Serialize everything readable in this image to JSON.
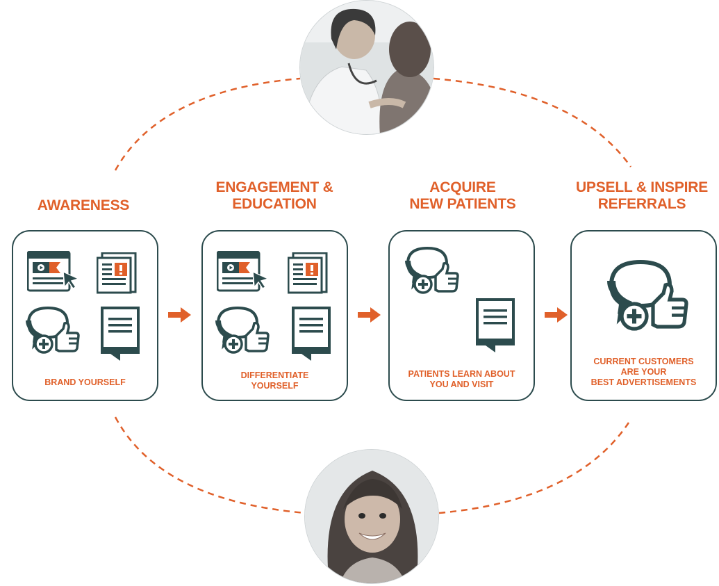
{
  "colors": {
    "accent": "#e0602a",
    "icon_dark": "#2c4b4d",
    "card_border": "#2c4b4d",
    "loop_dash": "#e0602a"
  },
  "stages": [
    {
      "title": "AWARENESS",
      "caption": "BRAND YOURSELF",
      "icons": [
        "video-ad-icon",
        "news-article-icon",
        "review-thumbs-up-icon",
        "document-icon"
      ]
    },
    {
      "title": "ENGAGEMENT &\nEDUCATION",
      "caption": "DIFFERENTIATE\nYOURSELF",
      "icons": [
        "video-ad-icon",
        "news-article-icon",
        "review-thumbs-up-icon",
        "document-icon"
      ]
    },
    {
      "title": "ACQUIRE\nNEW PATIENTS",
      "caption": "PATIENTS LEARN ABOUT\nYOU AND VISIT",
      "icons": [
        "review-thumbs-up-icon",
        "document-icon"
      ]
    },
    {
      "title": "UPSELL & INSPIRE\nREFERRALS",
      "caption": "CURRENT CUSTOMERS\nARE YOUR\nBEST ADVERTISEMENTS",
      "icons": [
        "review-thumbs-up-icon"
      ]
    }
  ],
  "connectors": [
    "arrow-right-icon",
    "arrow-right-icon",
    "arrow-right-icon"
  ],
  "photos": {
    "top": "doctor with stethoscope examining child",
    "bottom": "smiling girl"
  }
}
